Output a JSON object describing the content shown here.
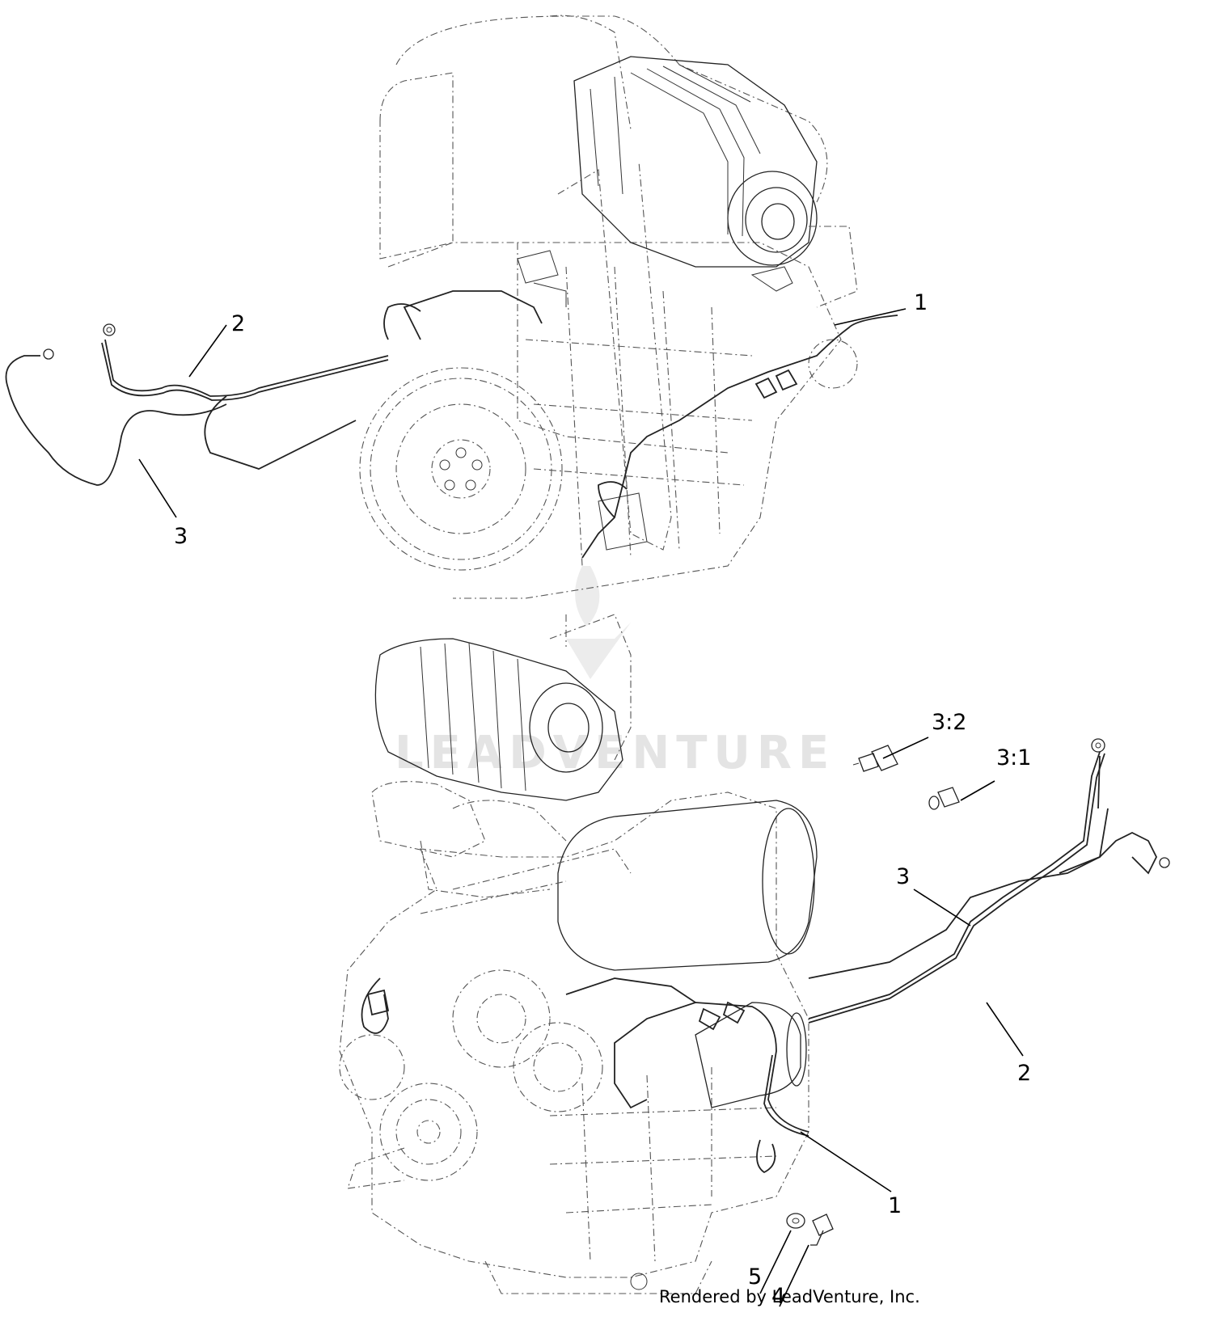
{
  "callouts": {
    "top_1": "1",
    "top_2": "2",
    "top_3": "3",
    "bottom_1": "1",
    "bottom_2": "2",
    "bottom_3": "3",
    "bottom_3_2": "3:2",
    "bottom_3_1": "3:1",
    "bottom_4": "4",
    "bottom_5": "5"
  },
  "watermark": "LEADVENTURE",
  "footer": "Rendered by LeadVenture, Inc."
}
